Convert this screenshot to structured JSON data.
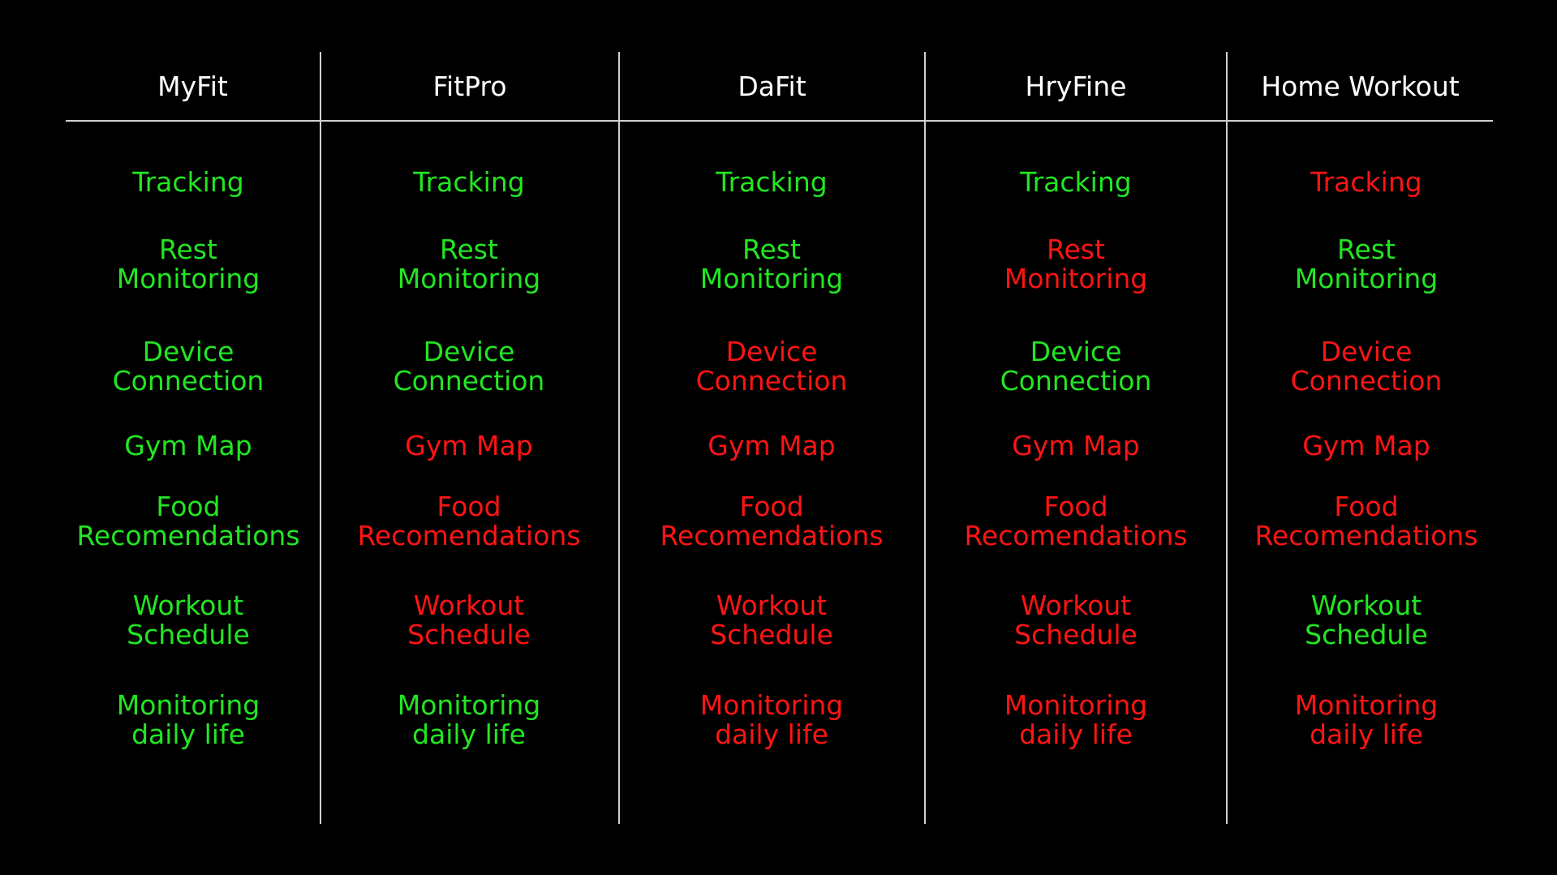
{
  "colors": {
    "background": "#000000",
    "header_text": "#ffffff",
    "divider": "#d0d0d0",
    "supported": "#22e622",
    "unsupported": "#ff1414"
  },
  "apps": [
    {
      "name": "MyFit"
    },
    {
      "name": "FitPro"
    },
    {
      "name": "DaFit"
    },
    {
      "name": "HryFine"
    },
    {
      "name": "Home Workout"
    }
  ],
  "features": [
    {
      "lines": [
        "Tracking"
      ]
    },
    {
      "lines": [
        "Rest",
        "Monitoring"
      ]
    },
    {
      "lines": [
        "Device",
        "Connection"
      ]
    },
    {
      "lines": [
        "Gym Map"
      ]
    },
    {
      "lines": [
        "Food",
        "Recomendations"
      ]
    },
    {
      "lines": [
        "Workout",
        "Schedule"
      ]
    },
    {
      "lines": [
        "Monitoring",
        "daily life"
      ]
    }
  ],
  "support_matrix": [
    [
      "yes",
      "yes",
      "yes",
      "yes",
      "no"
    ],
    [
      "yes",
      "yes",
      "yes",
      "no",
      "yes"
    ],
    [
      "yes",
      "yes",
      "no",
      "yes",
      "no"
    ],
    [
      "yes",
      "no",
      "no",
      "no",
      "no"
    ],
    [
      "yes",
      "no",
      "no",
      "no",
      "no"
    ],
    [
      "yes",
      "no",
      "no",
      "no",
      "yes"
    ],
    [
      "yes",
      "yes",
      "no",
      "no",
      "no"
    ]
  ]
}
